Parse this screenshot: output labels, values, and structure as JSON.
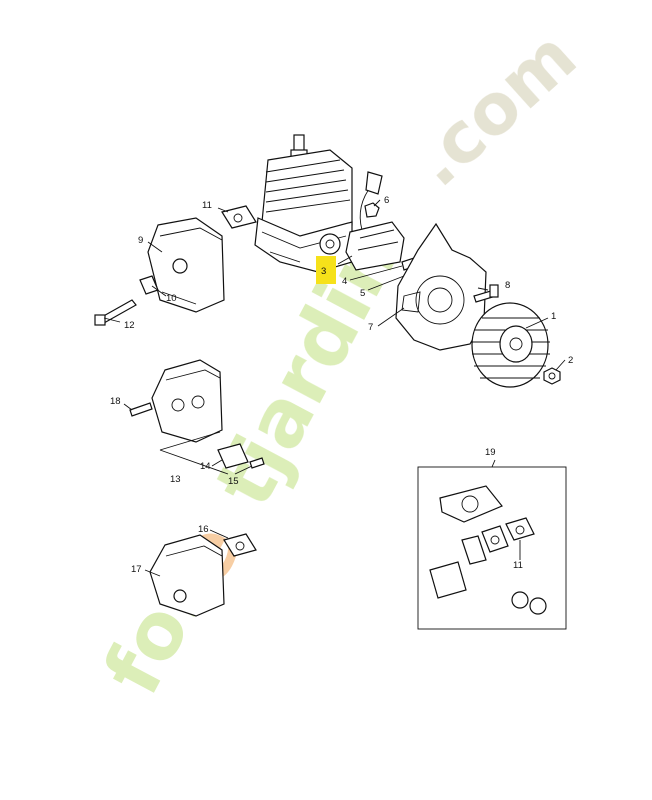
{
  "callouts": [
    "1",
    "2",
    "3",
    "4",
    "5",
    "6",
    "7",
    "8",
    "9",
    "10",
    "11",
    "12",
    "13",
    "14",
    "15",
    "16",
    "17",
    "18",
    "19",
    "11"
  ],
  "highlight_color": "#f6e11a",
  "watermark": {
    "text_parts": [
      "for",
      "e",
      "tjardin",
      ".com"
    ],
    "colors": {
      "green": "#d8ecb0",
      "orange": "#f6c99a",
      "grey": "#e3e0cf"
    }
  },
  "icons": [
    "engine",
    "ignition-module",
    "fan-housing",
    "flywheel",
    "muffler",
    "gasket-kit"
  ]
}
